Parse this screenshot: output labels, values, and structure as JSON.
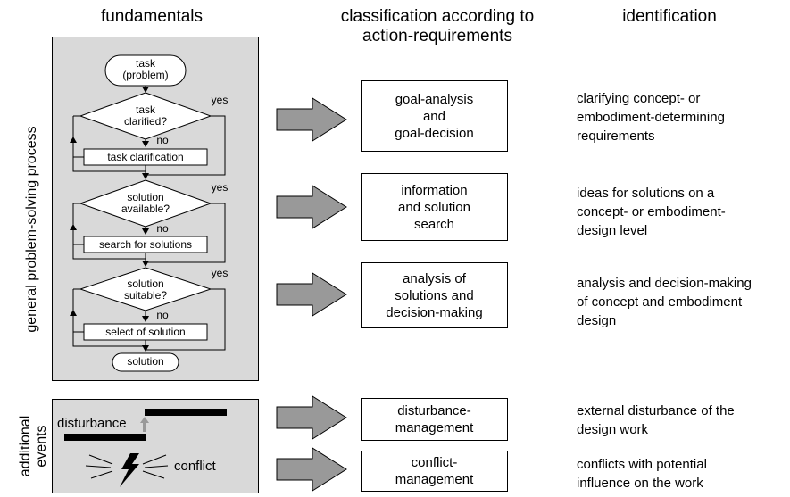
{
  "headers": {
    "fundamentals": "fundamentals",
    "classification": "classification according to\naction-requirements",
    "identification": "identification"
  },
  "side_labels": {
    "process": "general problem-solving process",
    "events": "additional\nevents"
  },
  "flowchart": {
    "start": "task\n(problem)",
    "end": "solution",
    "decisions": [
      "task\nclarified?",
      "solution\navailable?",
      "solution\nsuitable?"
    ],
    "actions": [
      "task clarification",
      "search for  solutions",
      "select of solution"
    ],
    "yes": "yes",
    "no": "no"
  },
  "events": {
    "disturbance": "disturbance",
    "conflict": "conflict"
  },
  "classification": [
    "goal-analysis\nand\ngoal-decision",
    "information\nand solution\nsearch",
    "analysis of\nsolutions and\ndecision-making",
    "disturbance-\nmanagement",
    "conflict-\nmanagement"
  ],
  "identification": [
    "clarifying concept- or\nembodiment-determining\nrequirements",
    "ideas for solutions on a\nconcept- or embodiment-\ndesign level",
    "analysis and decision-making\nof concept and embodiment\ndesign",
    "external disturbance of the\ndesign work",
    "conflicts with potential\ninfluence on the work"
  ],
  "colors": {
    "panel": "#d9d9d9",
    "arrow": "#999999",
    "bar": "#000000"
  }
}
